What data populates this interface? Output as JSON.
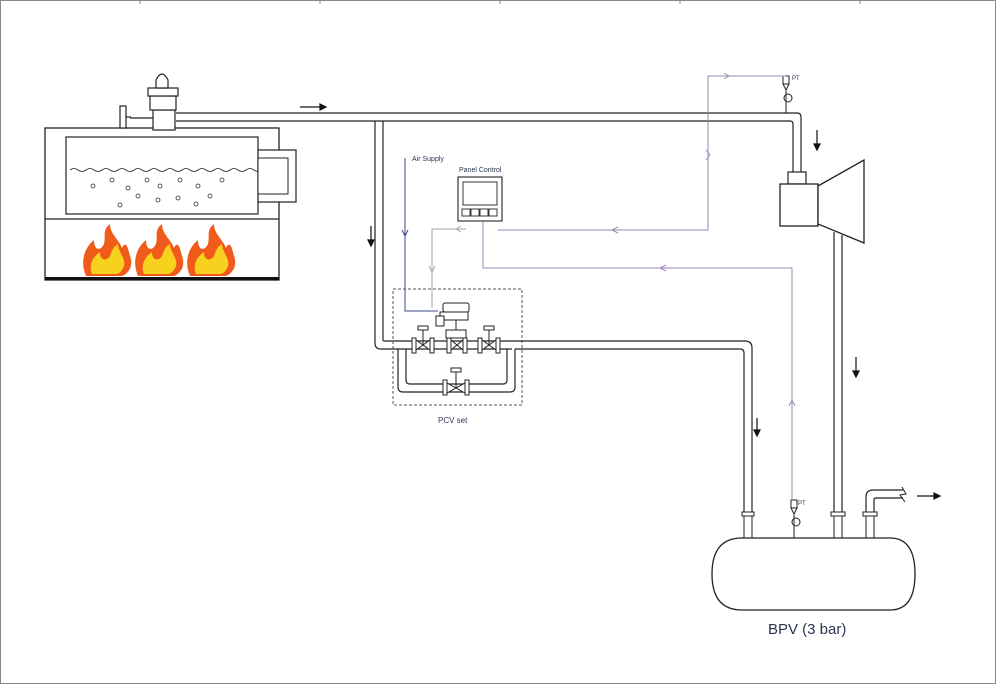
{
  "labels": {
    "air_supply": "Air Supply",
    "panel_control": "Panel Control",
    "pcv_set": "PCV set",
    "pt_top": "PT",
    "pt_bottom": "PT",
    "bpv": "BPV (3 bar)"
  },
  "colors": {
    "pipe": "#222222",
    "signal": "#9d8ab6",
    "air": "#3b4a8a",
    "flame_outer": "#f05a1a",
    "flame_inner": "#f6d21e"
  },
  "icons": [
    "flame-icon",
    "safety-valve-icon",
    "gate-valve-icon",
    "control-valve-icon",
    "pressure-transmitter-icon",
    "flow-arrow-icon"
  ]
}
